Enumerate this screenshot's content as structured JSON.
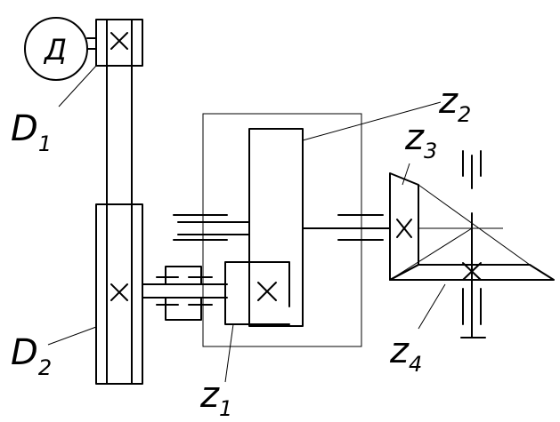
{
  "diagram": {
    "motor": {
      "symbol": "Д"
    },
    "labels": {
      "d1": {
        "main": "D",
        "sub": "1"
      },
      "d2": {
        "main": "D",
        "sub": "2"
      },
      "z1": {
        "main": "z",
        "sub": "1"
      },
      "z2": {
        "main": "z",
        "sub": "2"
      },
      "z3": {
        "main": "z",
        "sub": "3"
      },
      "z4": {
        "main": "z",
        "sub": "4"
      }
    }
  }
}
